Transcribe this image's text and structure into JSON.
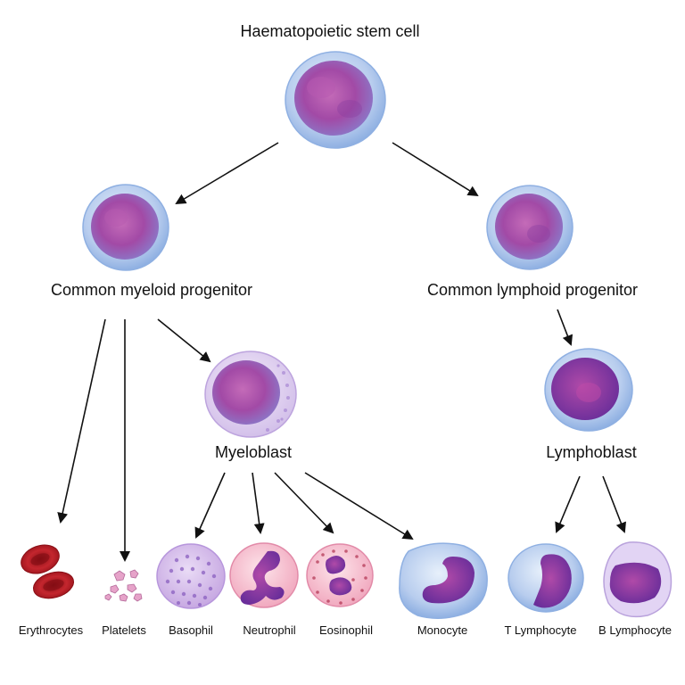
{
  "diagram": {
    "labels": {
      "stem": "Haematopoietic stem cell",
      "myeloid": "Common myeloid progenitor",
      "lymphoid": "Common lymphoid progenitor",
      "myeloblast": "Myeloblast",
      "lymphoblast": "Lymphoblast",
      "erythrocytes": "Erythrocytes",
      "platelets": "Platelets",
      "basophil": "Basophil",
      "neutrophil": "Neutrophil",
      "eosinophil": "Eosinophil",
      "monocyte": "Monocyte",
      "t_lymphocyte": "T Lymphocyte",
      "b_lymphocyte": "B Lymphocyte"
    },
    "colors": {
      "membrane": "#a9c3ea",
      "nucleus": "#9a3ea8",
      "erythrocyte": "#c0222a",
      "platelet": "#e6a3c9",
      "basophil_cyto": "#cdb4e6",
      "neutrophil_cyto": "#f2b6c8",
      "arrow": "#111111"
    }
  }
}
